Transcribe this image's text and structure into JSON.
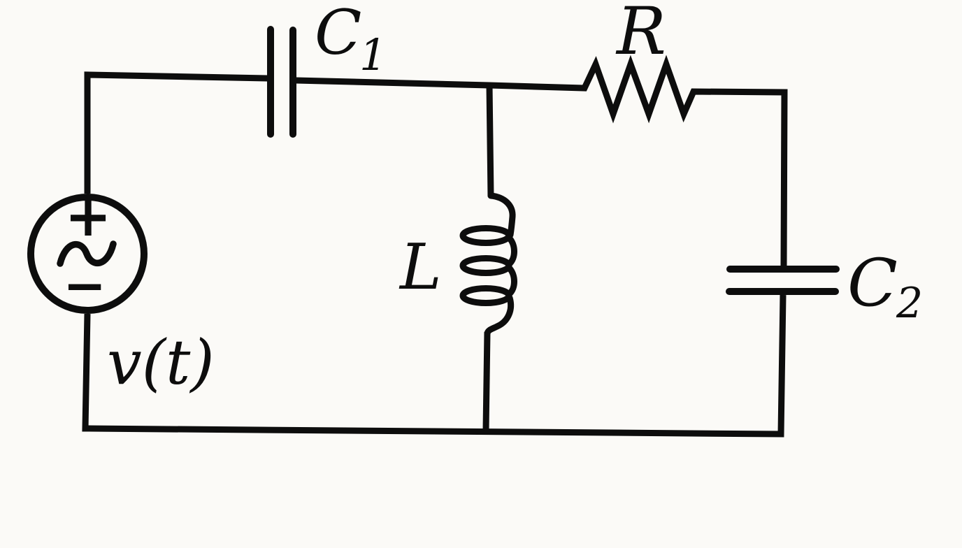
{
  "figure": {
    "kind": "circuit-schematic",
    "background_color": "#fbfaf7",
    "ink_color": "#0d0d0d"
  },
  "circuit": {
    "source": {
      "type": "ac-voltage-source",
      "label": "v(t)",
      "plus_sign": "+",
      "minus_sign": "−"
    },
    "capacitor1": {
      "symbol": "C",
      "subscript": "1"
    },
    "resistor": {
      "symbol": "R"
    },
    "inductor": {
      "symbol": "L"
    },
    "capacitor2": {
      "symbol": "C",
      "subscript": "2"
    }
  }
}
